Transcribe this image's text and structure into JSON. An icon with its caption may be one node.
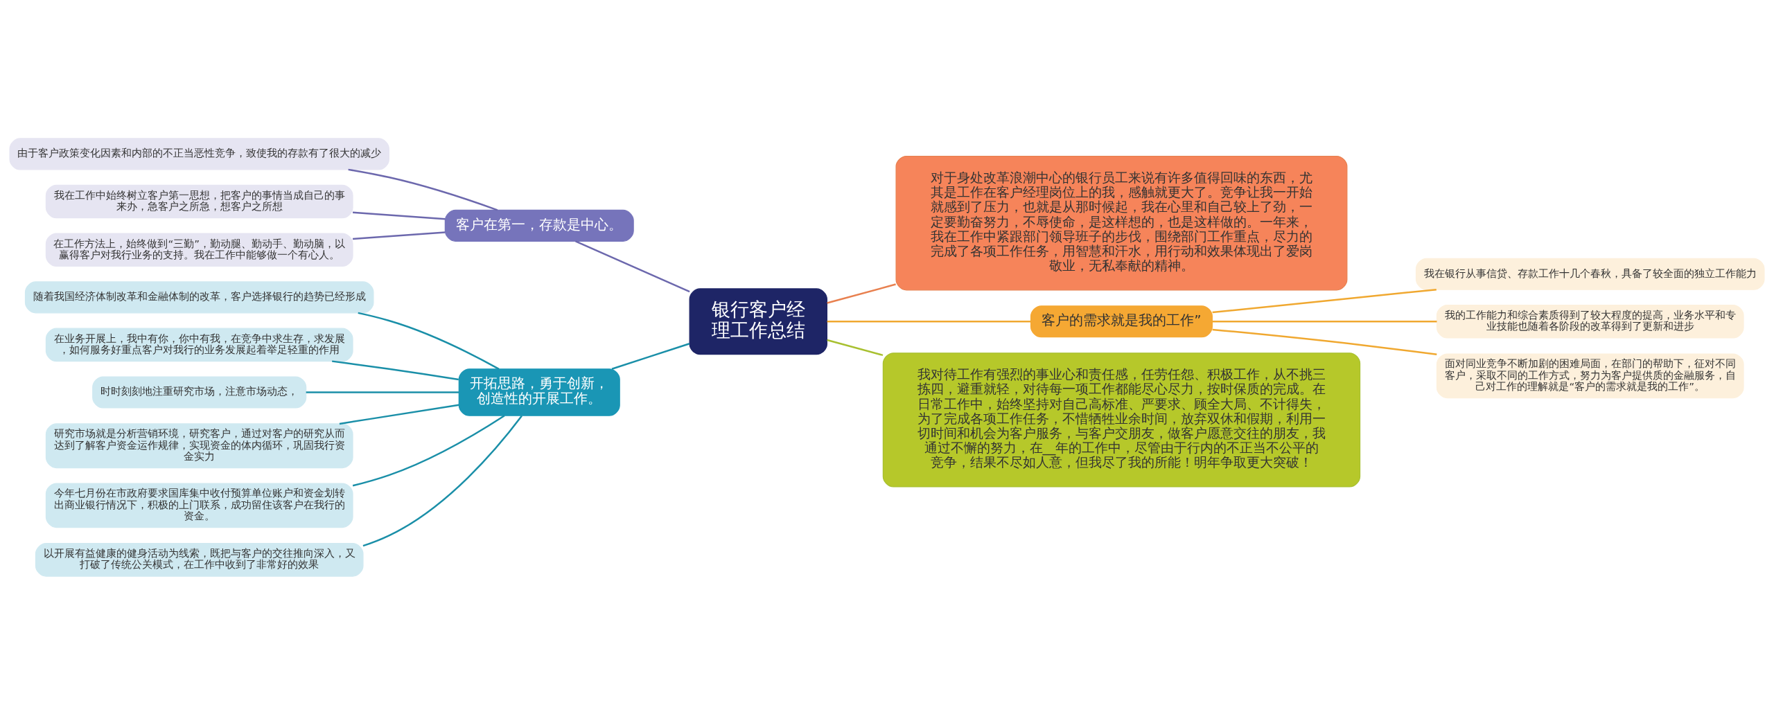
{
  "diagram": {
    "nodes": [
      {
        "text": [
          "银行客户经理工作总结"
        ]
      },
      {
        "text": [
          "对于身处改革浪潮中心的银行员工来说有许多值得回味的东西，尤其是工作在客户经理岗位上的我，感触就更大了。竞争让我一开始就感到了压力，也就是从那时候起，我在心里和自己较上了劲，一定要勤奋努力，不辱使命，是这样想的，也是这样做的。一年来，我在工作中紧跟部门领导班子的步伐，围绕部门工作重点，尽力的完成了各项工作任务，用智慧和汗水，用行动和效果体现出了爱岗敬业，无私奉献的精神。"
        ]
      },
      {
        "text": [
          "客户的需求就是我的工作”"
        ]
      },
      {
        "text": [
          "我在银行从事信贷、存款工作十几个春秋，具备了较全面的独立工作能力"
        ]
      },
      {
        "text": [
          "我的工作能力和综合素质得到了较大程度的提高，业务水平和专业技能也随着各阶段的改革得到了更新和进步"
        ]
      },
      {
        "text": [
          "面对同业竞争不断加剧的困难局面，在部门的帮助下，征对不同客户，采取不同的工作方式，努力为客户提供质的金融服务，自己对工作的理解就是“客户的需求就是我的工作”。"
        ]
      },
      {
        "text": [
          "我对待工作有强烈的事业心和责任感，任劳任怨、积极工作，从不挑三拣四，避重就轻，对待每一项工作都能尽心尽力，按时保质的完成。在日常工作中，始终坚持对自己高标准、严要求、顾全大局、不计得失，为了完成各项工作任务，不惜牺牲业余时间，放弃双休和假期，利用一切时间和机会为客户服务，与客户交朋友，做客户愿意交往的朋友，我通过不懈的努力，在__年的工作中，尽管由于行内的不正当不公平的竞争，结果不尽如人意，但我尽了我的所能！明年争取更大突破！"
        ]
      },
      {
        "text": [
          "客户在第一，存款是中心。"
        ]
      },
      {
        "text": [
          "由于客户政策变化因素和内部的不正当恶性竞争，致使我的存款有了很大的减少"
        ]
      },
      {
        "text": [
          "我在工作中始终树立客户第一思想，把客户的事情当成自己的事来办，急客户之所急，想客户之所想"
        ]
      },
      {
        "text": [
          "在工作方法上，始终做到“三勤”，勤动腿、勤动手、勤动脑，以赢得客户对我行业务的支持。我在工作中能够做一个有心人。"
        ]
      },
      {
        "text": [
          "开拓思路，勇于创新，创造性的开展工作。"
        ]
      },
      {
        "text": [
          "随着我国经济体制改革和金融体制的改革，客户选择银行的趋势已经形成"
        ]
      },
      {
        "text": [
          "在业务开展上，我中有你，你中有我，在竞争中求生存，求发展，如何服务好重点客户对我行的业务发展起着举足轻重的作用"
        ]
      },
      {
        "text": [
          "时时刻刻地注重研究市场，注意市场动态，"
        ]
      },
      {
        "text": [
          "研究市场就是分析营销环境，研究客户，通过对客户的研究从而达到了解客户资金运作规律，实现资金的体内循环，巩固我行资金实力"
        ]
      },
      {
        "text": [
          "今年七月份在市政府要求国库集中收付预算单位账户和资金划转出商业银行情况下，积极的上门联系，成功留住该客户在我行的资金。"
        ]
      },
      {
        "text": [
          "以开展有益健康的健身活动为线索，既把与客户的交往推向深入，又打破了传统公关模式，在工作中收到了非常好的效果"
        ]
      }
    ],
    "edges": [
      {
        "from": 0,
        "to": 1,
        "arrow": "none",
        "color": "#e8804f"
      },
      {
        "from": 0,
        "to": 2,
        "arrow": "none",
        "color": "#f0a830"
      },
      {
        "from": 2,
        "to": 3,
        "arrow": "none",
        "color": "#f0a830"
      },
      {
        "from": 2,
        "to": 4,
        "arrow": "none",
        "color": "#f0a830"
      },
      {
        "from": 2,
        "to": 5,
        "arrow": "none",
        "color": "#f0a830"
      },
      {
        "from": 0,
        "to": 6,
        "arrow": "none",
        "color": "#a8c030"
      },
      {
        "from": 0,
        "to": 7,
        "arrow": "none",
        "color": "#6c68ad"
      },
      {
        "from": 7,
        "to": 8,
        "arrow": "none",
        "color": "#6c68ad"
      },
      {
        "from": 7,
        "to": 9,
        "arrow": "none",
        "color": "#6c68ad"
      },
      {
        "from": 7,
        "to": 10,
        "arrow": "none",
        "color": "#6c68ad"
      },
      {
        "from": 0,
        "to": 11,
        "arrow": "none"
      },
      {
        "from": 11,
        "to": 12,
        "arrow": "none"
      },
      {
        "from": 11,
        "to": 13,
        "arrow": "none"
      },
      {
        "from": 11,
        "to": 14,
        "arrow": "none"
      },
      {
        "from": 11,
        "to": 15,
        "arrow": "none"
      },
      {
        "from": 11,
        "to": 16,
        "arrow": "none"
      },
      {
        "from": 11,
        "to": 17,
        "arrow": "none"
      }
    ]
  }
}
